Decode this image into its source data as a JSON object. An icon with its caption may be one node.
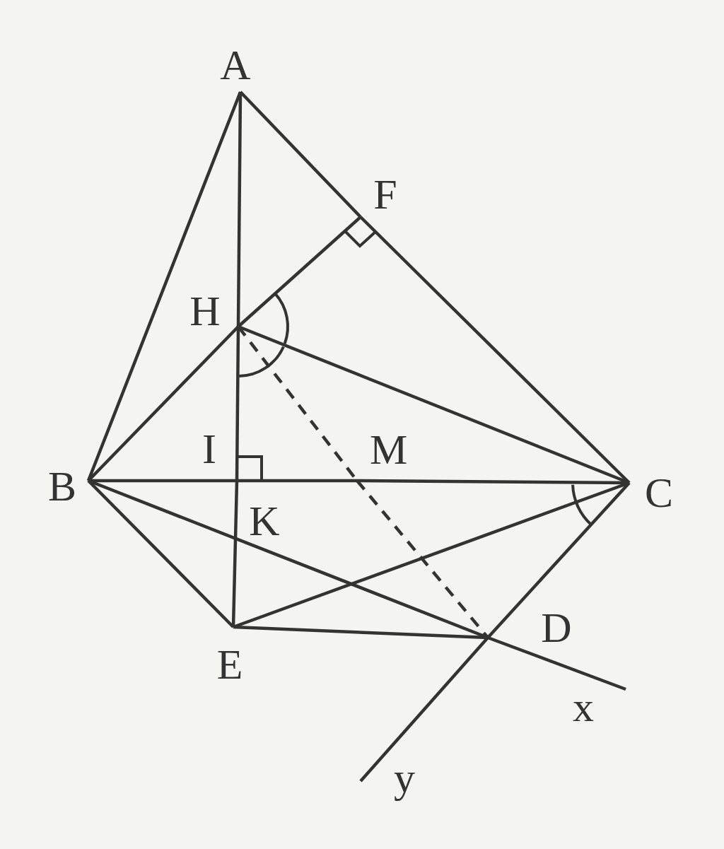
{
  "diagram": {
    "nodes": [
      {
        "text": [
          "A"
        ]
      },
      {
        "text": [
          "F"
        ]
      },
      {
        "text": [
          "H"
        ]
      },
      {
        "text": [
          "B"
        ]
      },
      {
        "text": [
          "M"
        ]
      },
      {
        "text": [
          "K"
        ]
      },
      {
        "text": [
          "C"
        ]
      },
      {
        "text": [
          "E"
        ]
      },
      {
        "text": [
          "D"
        ]
      },
      {
        "text": [
          "x"
        ]
      },
      {
        "text": [
          "y"
        ]
      }
    ],
    "edges": [
      {
        "from": 0,
        "to": 3,
        "arrow": "none"
      },
      {
        "from": 0,
        "to": 1,
        "arrow": "none"
      },
      {
        "from": 1,
        "to": 6,
        "arrow": "none"
      },
      {
        "from": 0,
        "to": 2,
        "arrow": "none"
      },
      {
        "from": 2,
        "to": 5,
        "arrow": "none"
      },
      {
        "from": 5,
        "to": 7,
        "arrow": "none"
      },
      {
        "from": 2,
        "to": 1,
        "arrow": "none"
      },
      {
        "from": 2,
        "to": 3,
        "arrow": "none"
      },
      {
        "from": 2,
        "to": 6,
        "arrow": "none"
      },
      {
        "from": 3,
        "to": 5,
        "arrow": "none"
      },
      {
        "from": 5,
        "to": 4,
        "arrow": "none"
      },
      {
        "from": 4,
        "to": 6,
        "arrow": "none"
      },
      {
        "from": 3,
        "to": 7,
        "arrow": "none"
      },
      {
        "from": 3,
        "to": 8,
        "arrow": "none"
      },
      {
        "from": 8,
        "to": 9,
        "arrow": "none"
      },
      {
        "from": 7,
        "to": 6,
        "arrow": "none"
      },
      {
        "from": 7,
        "to": 8,
        "arrow": "none"
      },
      {
        "from": 6,
        "to": 8,
        "arrow": "none"
      },
      {
        "from": 8,
        "to": 10,
        "arrow": "none"
      },
      {
        "from": 2,
        "to": 4,
        "arrow": "none",
        "style": "dashed"
      },
      {
        "from": 4,
        "to": 8,
        "arrow": "none",
        "style": "dashed"
      }
    ],
    "labels": [
      "I"
    ]
  }
}
